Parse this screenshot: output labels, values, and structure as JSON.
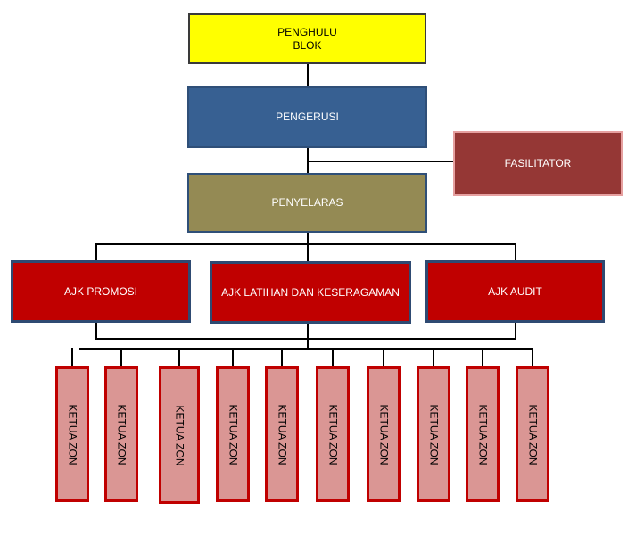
{
  "diagram": {
    "penghulu": {
      "line1": "PENGHULU",
      "line2": "BLOK"
    },
    "pengerusi": "PENGERUSI",
    "fasilitator": "FASILITATOR",
    "penyelaras": "PENYELARAS",
    "ajk": [
      {
        "label": "AJK PROMOSI"
      },
      {
        "label": "AJK LATIHAN DAN KESERAGAMAN"
      },
      {
        "label": "AJK AUDIT"
      }
    ],
    "ketua_zon": [
      {
        "label": "KETUA ZON"
      },
      {
        "label": "KETUA ZON"
      },
      {
        "label": "KETUA ZON"
      },
      {
        "label": "KETUA ZON"
      },
      {
        "label": "KETUA ZON"
      },
      {
        "label": "KETUA ZON"
      },
      {
        "label": "KETUA ZON"
      },
      {
        "label": "KETUA ZON"
      },
      {
        "label": "KETUA ZON"
      },
      {
        "label": "KETUA ZON"
      }
    ]
  },
  "colors": {
    "penghulu": "#ffff00",
    "pengerusi": "#376092",
    "fasilitator": "#953735",
    "penyelaras": "#948a54",
    "ajk": "#c00000",
    "ketua_zon": "#da9694",
    "connector": "#000000"
  }
}
